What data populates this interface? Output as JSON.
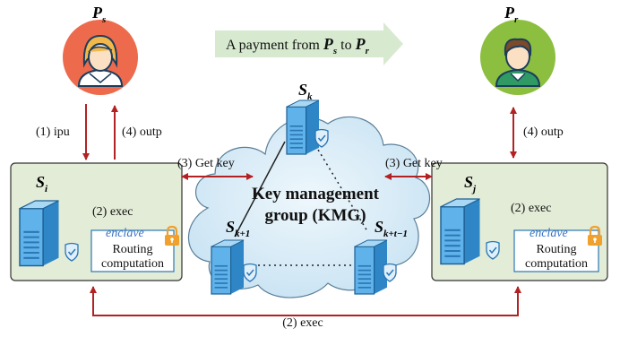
{
  "colors": {
    "sender_circle": "#ee6a4c",
    "receiver_circle": "#8cbf3f",
    "panel_fill": "#e3ecd7",
    "cloud_fill": "#d6eaf6",
    "arrow_red": "#b22222",
    "banner_fill": "#d7ead0",
    "enclave_text": "#3a72c4",
    "lock_color": "#f0a02c"
  },
  "sender": {
    "name": "P",
    "sub": "s"
  },
  "receiver": {
    "name": "P",
    "sub": "r"
  },
  "banner": {
    "prefix": "A payment from ",
    "from": "P",
    "from_sub": "s",
    "to_word": " to ",
    "to": "P",
    "to_sub": "r"
  },
  "left_arrows": {
    "input": "(1) ipu",
    "output": "(4) outp"
  },
  "right_arrows": {
    "output": "(4) outp"
  },
  "get_key_left": "(3) Get key",
  "get_key_right": "(3) Get key",
  "left_server": {
    "name": "S",
    "sub": "i",
    "exec": "(2) exec",
    "enclave": "enclave",
    "routing_line1": "Routing",
    "routing_line2": "computation"
  },
  "right_server": {
    "name": "S",
    "sub": "j",
    "exec": "(2) exec",
    "enclave": "enclave",
    "routing_line1": "Routing",
    "routing_line2": "computation"
  },
  "kmg": {
    "title_line1": "Key management",
    "title_line2": "group (KMG)",
    "node_top": {
      "name": "S",
      "sub": "k"
    },
    "node_left": {
      "name": "S",
      "sub": "k+1"
    },
    "node_right": {
      "name": "S",
      "sub": "k+t−1"
    }
  },
  "bottom_exec": "(2) exec",
  "icons": [
    "person-icon",
    "server-icon",
    "lock-icon",
    "shield-check-icon",
    "cloud-icon"
  ]
}
